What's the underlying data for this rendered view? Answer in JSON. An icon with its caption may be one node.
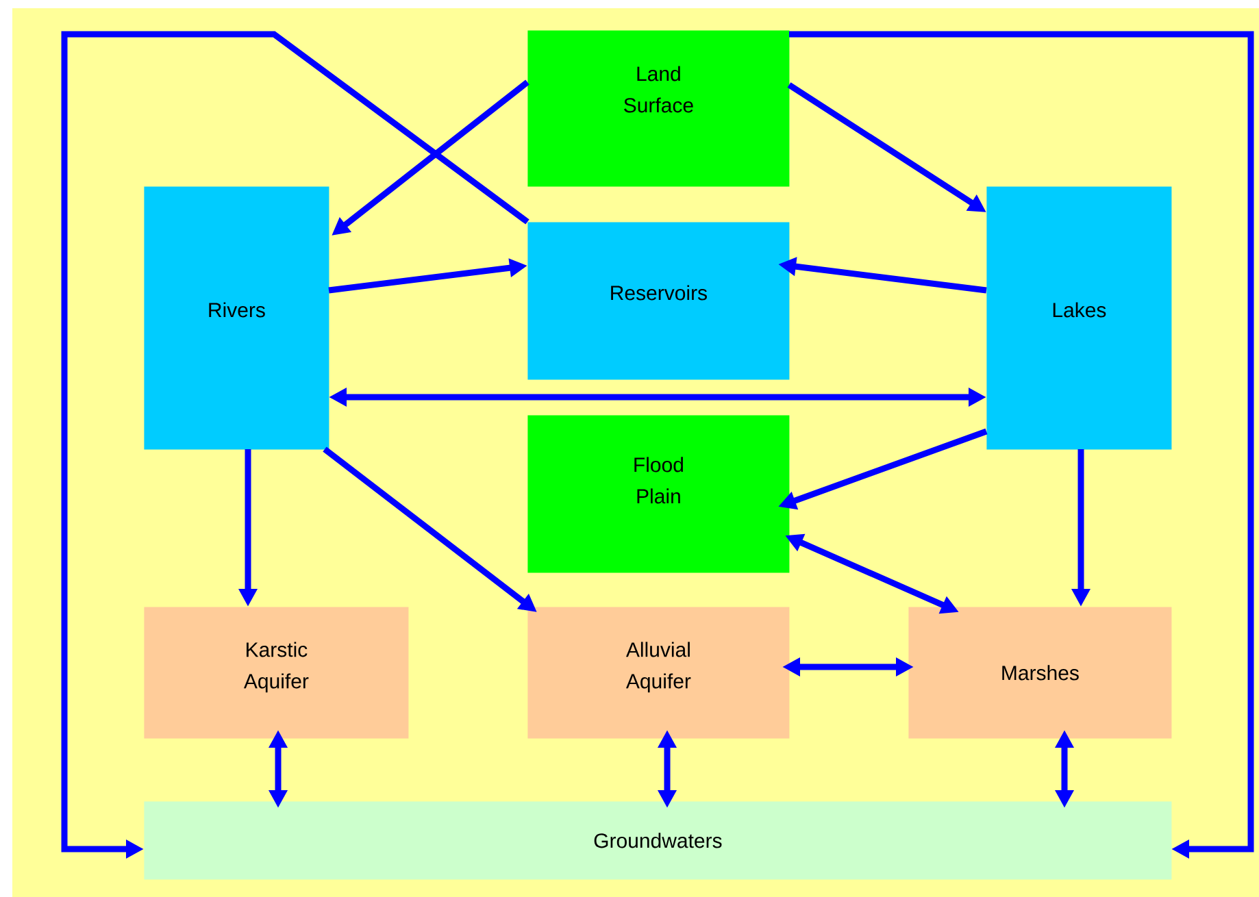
{
  "diagram": {
    "nodes": [
      {
        "text": [
          "Land Surface"
        ]
      },
      {
        "text": [
          "Rivers"
        ]
      },
      {
        "text": [
          "Reservoirs"
        ]
      },
      {
        "text": [
          "Lakes"
        ]
      },
      {
        "text": [
          "Flood Plain"
        ]
      },
      {
        "text": [
          "Karstic Aquifer"
        ]
      },
      {
        "text": [
          "Alluvial Aquifer"
        ]
      },
      {
        "text": [
          "Marshes"
        ]
      },
      {
        "text": [
          "Groundwaters"
        ]
      }
    ],
    "edges": [
      {
        "from": 0,
        "to": 1,
        "arrow": "to"
      },
      {
        "from": 0,
        "to": 3,
        "arrow": "to"
      },
      {
        "from": 2,
        "to": 8,
        "arrow": "to"
      },
      {
        "from": 0,
        "to": 8,
        "arrow": "to"
      },
      {
        "from": 1,
        "to": 2,
        "arrow": "to"
      },
      {
        "from": 3,
        "to": 2,
        "arrow": "to"
      },
      {
        "from": 1,
        "to": 3,
        "arrow": "both"
      },
      {
        "from": 3,
        "to": 4,
        "arrow": "to"
      },
      {
        "from": 4,
        "to": 7,
        "arrow": "both"
      },
      {
        "from": 1,
        "to": 5,
        "arrow": "to"
      },
      {
        "from": 1,
        "to": 6,
        "arrow": "to"
      },
      {
        "from": 3,
        "to": 7,
        "arrow": "to"
      },
      {
        "from": 6,
        "to": 7,
        "arrow": "both"
      },
      {
        "from": 5,
        "to": 8,
        "arrow": "both"
      },
      {
        "from": 6,
        "to": 8,
        "arrow": "both"
      },
      {
        "from": 7,
        "to": 8,
        "arrow": "both"
      }
    ]
  }
}
